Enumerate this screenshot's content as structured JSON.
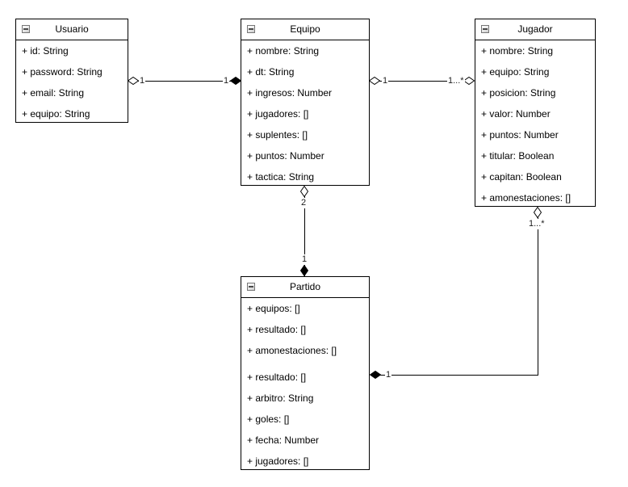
{
  "diagram": {
    "type": "uml-class-diagram",
    "background_color": "#ffffff",
    "line_color": "#000000",
    "classes": [
      {
        "title": "Usuario",
        "collapse_icon": "minus-box",
        "attributes": [
          "+ id: String",
          "+ password: String",
          "+ email: String",
          "+ equipo: String"
        ]
      },
      {
        "title": "Equipo",
        "collapse_icon": "minus-box",
        "attributes": [
          "+ nombre: String",
          "+ dt: String",
          "+ ingresos: Number",
          "+ jugadores: []",
          "+ suplentes: []",
          "+ puntos: Number",
          "+ tactica: String"
        ]
      },
      {
        "title": "Jugador",
        "collapse_icon": "minus-box",
        "attributes": [
          "+ nombre: String",
          "+ equipo: String",
          "+ posicion: String",
          "+ valor: Number",
          "+ puntos: Number",
          "+ titular: Boolean",
          "+ capitan: Boolean",
          "+ amonestaciones: []"
        ]
      },
      {
        "title": "Partido",
        "collapse_icon": "minus-box",
        "attributes": [
          "+ equipos: []",
          "+ resultado: []",
          "+ amonestaciones: []",
          "+ resultado: []",
          "+ arbitro: String",
          "+ goles: []",
          "+ fecha: Number",
          "+ jugadores: []"
        ]
      }
    ],
    "relations": [
      {
        "name": "usuario-equipo",
        "from": "Usuario",
        "to": "Equipo",
        "from_adornment": "hollow-diamond",
        "to_adornment": "filled-diamond",
        "from_multiplicity": "1",
        "to_multiplicity": "1"
      },
      {
        "name": "equipo-jugador",
        "from": "Equipo",
        "to": "Jugador",
        "from_adornment": "hollow-diamond",
        "to_adornment": "hollow-diamond",
        "from_multiplicity": "1",
        "to_multiplicity": "1...*"
      },
      {
        "name": "equipo-partido",
        "from": "Equipo",
        "to": "Partido",
        "from_adornment": "hollow-diamond",
        "to_adornment": "filled-diamond",
        "from_multiplicity": "2",
        "to_multiplicity": "1"
      },
      {
        "name": "jugador-partido",
        "from": "Jugador",
        "to": "Partido",
        "from_adornment": "hollow-diamond",
        "to_adornment": "filled-diamond",
        "from_multiplicity": "1...*",
        "to_multiplicity": "1"
      }
    ]
  }
}
